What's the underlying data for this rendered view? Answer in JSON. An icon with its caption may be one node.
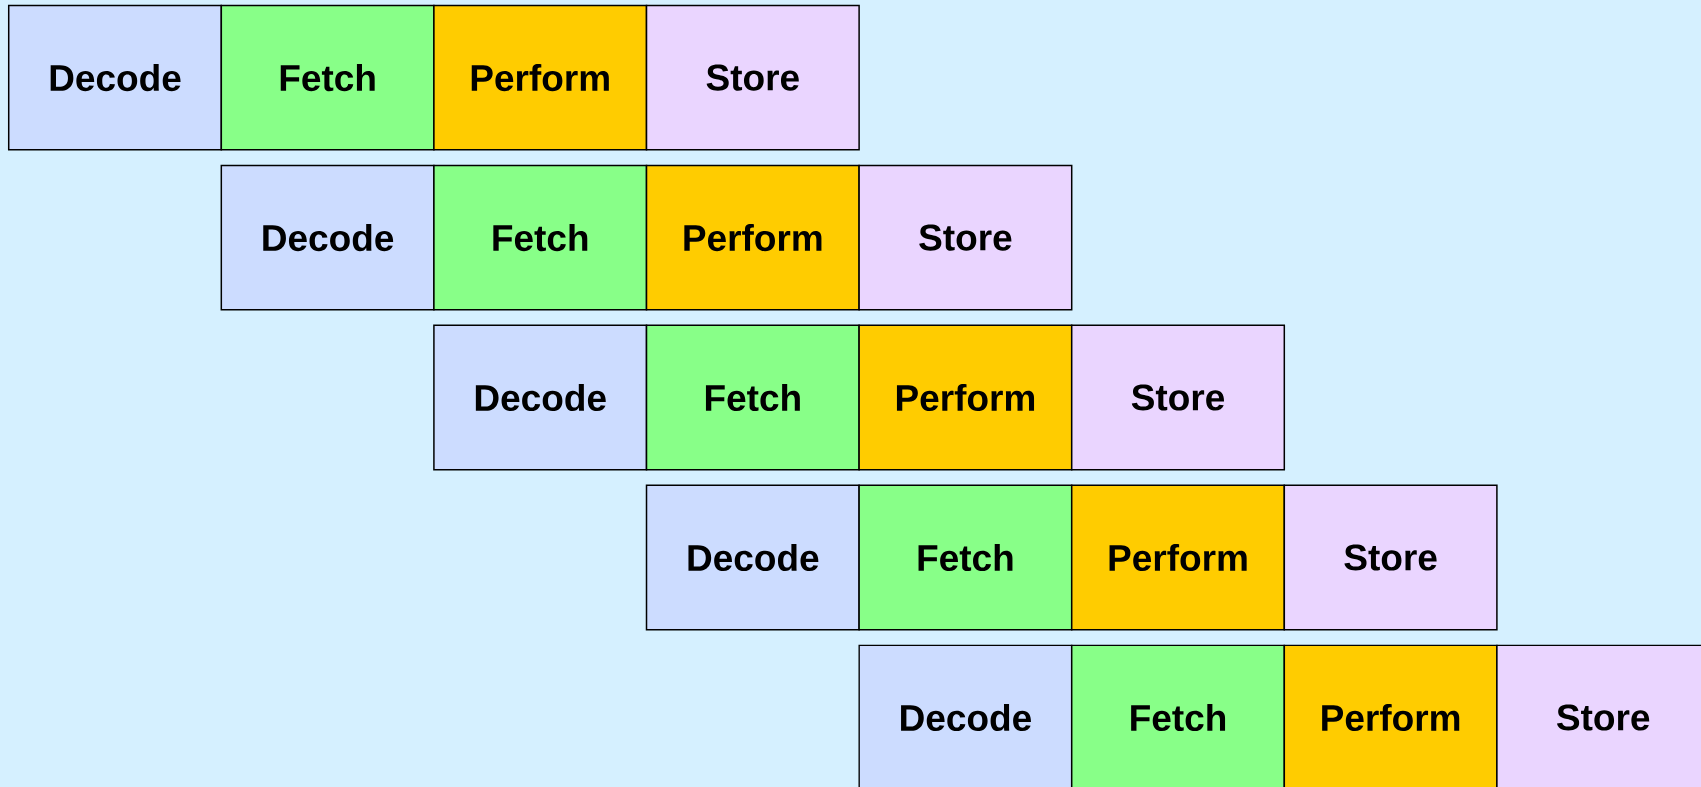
{
  "diagram": {
    "nodes": [
      {
        "text": [
          "Decode"
        ]
      },
      {
        "text": [
          "Fetch"
        ]
      },
      {
        "text": [
          "Perform"
        ]
      },
      {
        "text": [
          "Store"
        ]
      },
      {
        "text": [
          "Decode"
        ]
      },
      {
        "text": [
          "Fetch"
        ]
      },
      {
        "text": [
          "Perform"
        ]
      },
      {
        "text": [
          "Store"
        ]
      },
      {
        "text": [
          "Decode"
        ]
      },
      {
        "text": [
          "Fetch"
        ]
      },
      {
        "text": [
          "Perform"
        ]
      },
      {
        "text": [
          "Store"
        ]
      },
      {
        "text": [
          "Decode"
        ]
      },
      {
        "text": [
          "Fetch"
        ]
      },
      {
        "text": [
          "Perform"
        ]
      },
      {
        "text": [
          "Store"
        ]
      },
      {
        "text": [
          "Decode"
        ]
      },
      {
        "text": [
          "Fetch"
        ]
      },
      {
        "text": [
          "Perform"
        ]
      },
      {
        "text": [
          "Store"
        ]
      }
    ]
  }
}
